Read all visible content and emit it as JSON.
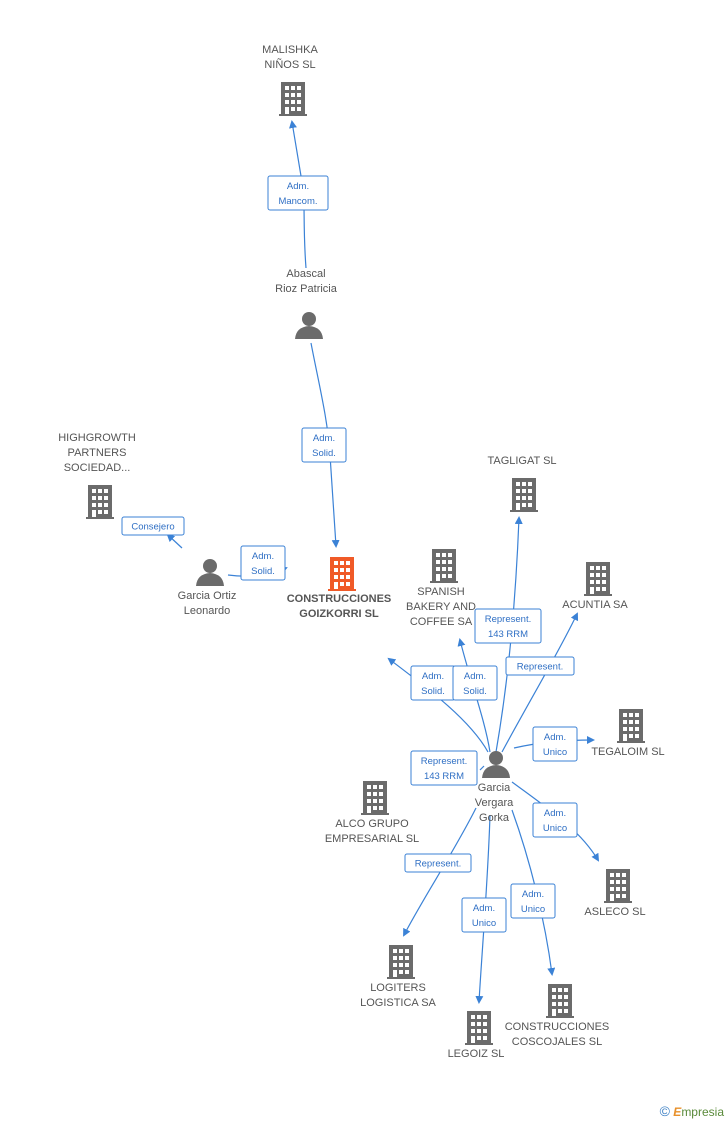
{
  "colors": {
    "edge": "#3b82d6",
    "building": "#6b6b6b",
    "main_building": "#f05a28",
    "person": "#6b6b6b"
  },
  "nodes": [
    {
      "id": "malishka",
      "type": "company",
      "label": [
        "MALISHKA",
        "NIÑOS SL"
      ]
    },
    {
      "id": "abascal",
      "type": "person",
      "label": [
        "Abascal",
        "Rioz Patricia"
      ]
    },
    {
      "id": "highgrowth",
      "type": "company",
      "label": [
        "HIGHGROWTH",
        "PARTNERS",
        "SOCIEDAD..."
      ]
    },
    {
      "id": "garcia_ortiz",
      "type": "person",
      "label": [
        "Garcia Ortiz",
        "Leonardo"
      ]
    },
    {
      "id": "goizkorri",
      "type": "main",
      "label": [
        "CONSTRUCCIONES",
        "GOIZKORRI SL"
      ]
    },
    {
      "id": "tagligat",
      "type": "company",
      "label": [
        "TAGLIGAT SL"
      ]
    },
    {
      "id": "spanish",
      "type": "company",
      "label": [
        "SPANISH",
        "BAKERY AND",
        "COFFEE SA"
      ]
    },
    {
      "id": "acuntia",
      "type": "company",
      "label": [
        "ACUNTIA SA"
      ]
    },
    {
      "id": "tegaloim",
      "type": "company",
      "label": [
        "TEGALOIM SL"
      ]
    },
    {
      "id": "garcia_vergara",
      "type": "person",
      "label": [
        "Garcia",
        "Vergara",
        "Gorka"
      ]
    },
    {
      "id": "alco",
      "type": "company",
      "label": [
        "ALCO GRUPO",
        "EMPRESARIAL SL"
      ]
    },
    {
      "id": "asleco",
      "type": "company",
      "label": [
        "ASLECO SL"
      ]
    },
    {
      "id": "logiters",
      "type": "company",
      "label": [
        "LOGITERS",
        "LOGISTICA SA"
      ]
    },
    {
      "id": "coscojales",
      "type": "company",
      "label": [
        "CONSTRUCCIONES",
        "COSCOJALES SL"
      ]
    },
    {
      "id": "legoiz",
      "type": "company",
      "label": [
        "LEGOIZ SL"
      ]
    }
  ],
  "edges": [
    {
      "id": "abascal-malishka",
      "label": [
        "Adm.",
        "Mancom."
      ]
    },
    {
      "id": "abascal-goizkorri",
      "label": [
        "Adm.",
        "Solid."
      ]
    },
    {
      "id": "ortiz-highgrowth",
      "label": [
        "Consejero"
      ]
    },
    {
      "id": "ortiz-goizkorri",
      "label": [
        "Adm.",
        "Solid."
      ]
    },
    {
      "id": "vergara-goizkorri",
      "label": [
        "Adm.",
        "Solid."
      ]
    },
    {
      "id": "vergara-spanish",
      "label": [
        "Adm.",
        "Solid."
      ]
    },
    {
      "id": "vergara-tagligat",
      "label": [
        "Represent.",
        "143 RRM"
      ]
    },
    {
      "id": "vergara-acuntia",
      "label": [
        "Represent."
      ]
    },
    {
      "id": "vergara-tegaloim",
      "label": [
        "Adm.",
        "Unico"
      ]
    },
    {
      "id": "vergara-alco",
      "label": [
        "Represent.",
        "143 RRM"
      ]
    },
    {
      "id": "vergara-asleco",
      "label": [
        "Adm.",
        "Unico"
      ]
    },
    {
      "id": "vergara-logiters",
      "label": [
        "Represent."
      ]
    },
    {
      "id": "vergara-legoiz",
      "label": [
        "Adm.",
        "Unico"
      ]
    },
    {
      "id": "vergara-coscojales",
      "label": [
        "Adm.",
        "Unico"
      ]
    }
  ],
  "logo": {
    "symbol": "©",
    "brand_first": "E",
    "brand_rest": "mpresia"
  }
}
